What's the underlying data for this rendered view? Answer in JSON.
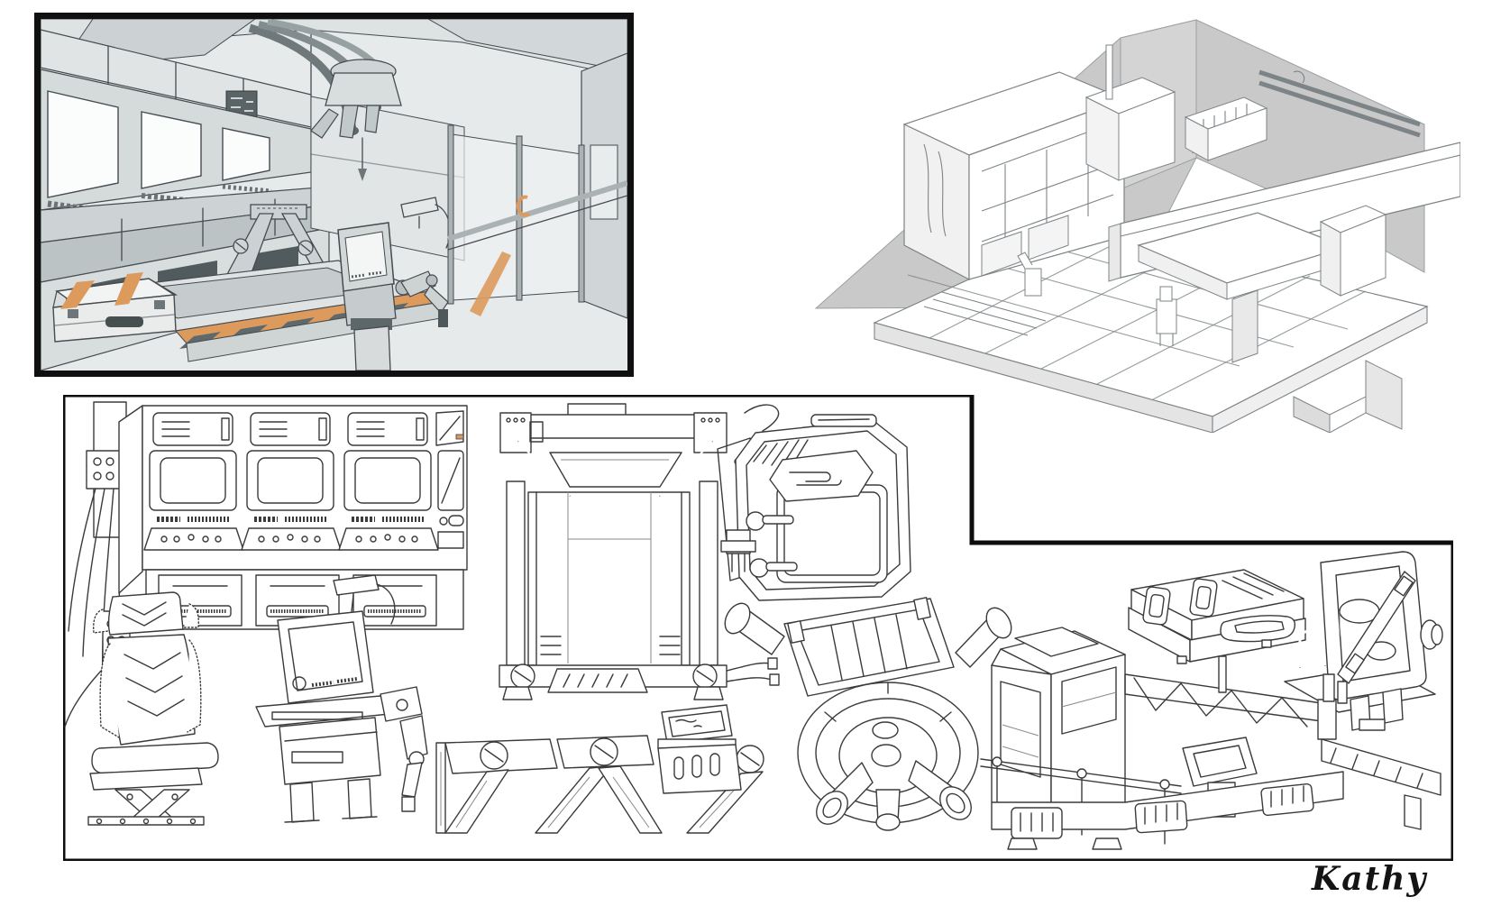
{
  "signature": "Kathy",
  "palette": {
    "paper": "#ffffff",
    "panel_border": "#101010",
    "sketch_line": "#3b3b3b",
    "scene_wall_light": "#e7eaea",
    "scene_wall_mid": "#d5dadb",
    "scene_surface": "#c6cccd",
    "scene_dark_gray": "#6d7779",
    "scene_darker": "#515b5d",
    "accent_orange": "#dd9a5d",
    "iso_backdrop": "#c9c9c9",
    "iso_line": "#7d8487"
  },
  "panels": {
    "scene": {
      "name": "colored-interior-scene",
      "items": [
        "wall-cabinets",
        "observation-windows",
        "sloped-consoles",
        "overhead-hose-bundle",
        "ceiling-manipulator",
        "a-frame-gantry",
        "robot-terminal",
        "worktable-with-hazard-stripe",
        "striped-equipment-case",
        "glass-partition"
      ]
    },
    "isometric": {
      "name": "isometric-facility-cutaway",
      "items": [
        "backdrop-walls",
        "console-building",
        "overhead-duct-beam",
        "radiator-unit",
        "white-slab-table",
        "tile-floor-platform",
        "support-legs"
      ]
    },
    "sketches": {
      "name": "equipment-sketch-sheet",
      "items": [
        "cable-conduit",
        "control-console",
        "pilot-seat",
        "terminal-cart",
        "cargo-crate",
        "truss-segment",
        "laptop-control-box",
        "armored-door",
        "turbine-assembly",
        "equipment-case",
        "scanner-unit",
        "fabrication-machine"
      ]
    }
  }
}
